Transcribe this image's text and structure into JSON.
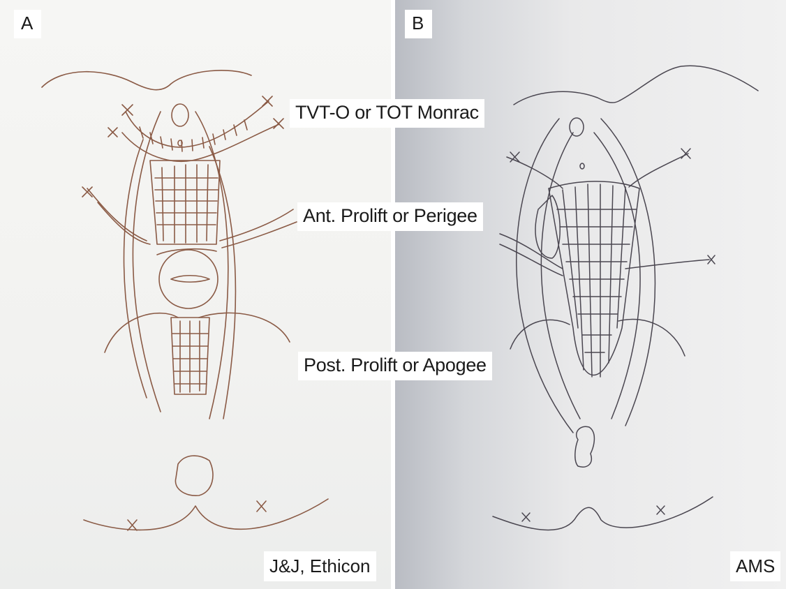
{
  "panels": [
    {
      "letter": "A",
      "manufacturer": "J&J, Ethicon"
    },
    {
      "letter": "B",
      "manufacturer": "AMS"
    }
  ],
  "callouts": [
    "TVT-O or TOT Monrac",
    "Ant. Prolift or Perigee",
    "Post. Prolift or Apogee"
  ],
  "colors": {
    "ink_a": "#8a5a45",
    "ink_b": "#4a4650",
    "paper": "#f4f4f2"
  }
}
